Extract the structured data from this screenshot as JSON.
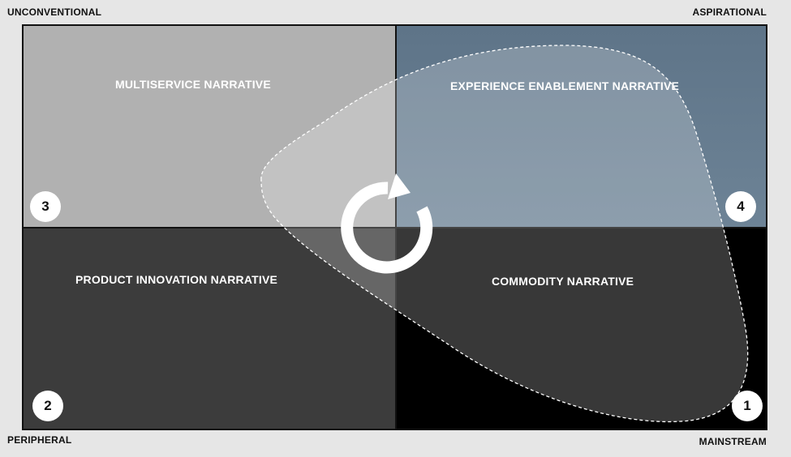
{
  "axes": {
    "top_left": "UNCONVENTIONAL",
    "top_right": "ASPIRATIONAL",
    "bottom_left": "PERIPHERAL",
    "bottom_right": "MAINSTREAM"
  },
  "quadrants": [
    {
      "id": "3",
      "title": "MULTISERVICE NARRATIVE",
      "color": "#b1b1b1"
    },
    {
      "id": "4",
      "title": "EXPERIENCE ENABLEMENT NARRATIVE",
      "color": "#647a8e"
    },
    {
      "id": "2",
      "title": "PRODUCT INNOVATION  NARRATIVE",
      "color": "#3c3c3c"
    },
    {
      "id": "1",
      "title": "COMMODITY NARRATIVE",
      "color": "#000000"
    }
  ],
  "colors": {
    "overlay_fill": "rgba(255,255,255,0.22)",
    "outline": "#ffffff"
  },
  "icons": [
    "cycle-arrow-icon"
  ]
}
